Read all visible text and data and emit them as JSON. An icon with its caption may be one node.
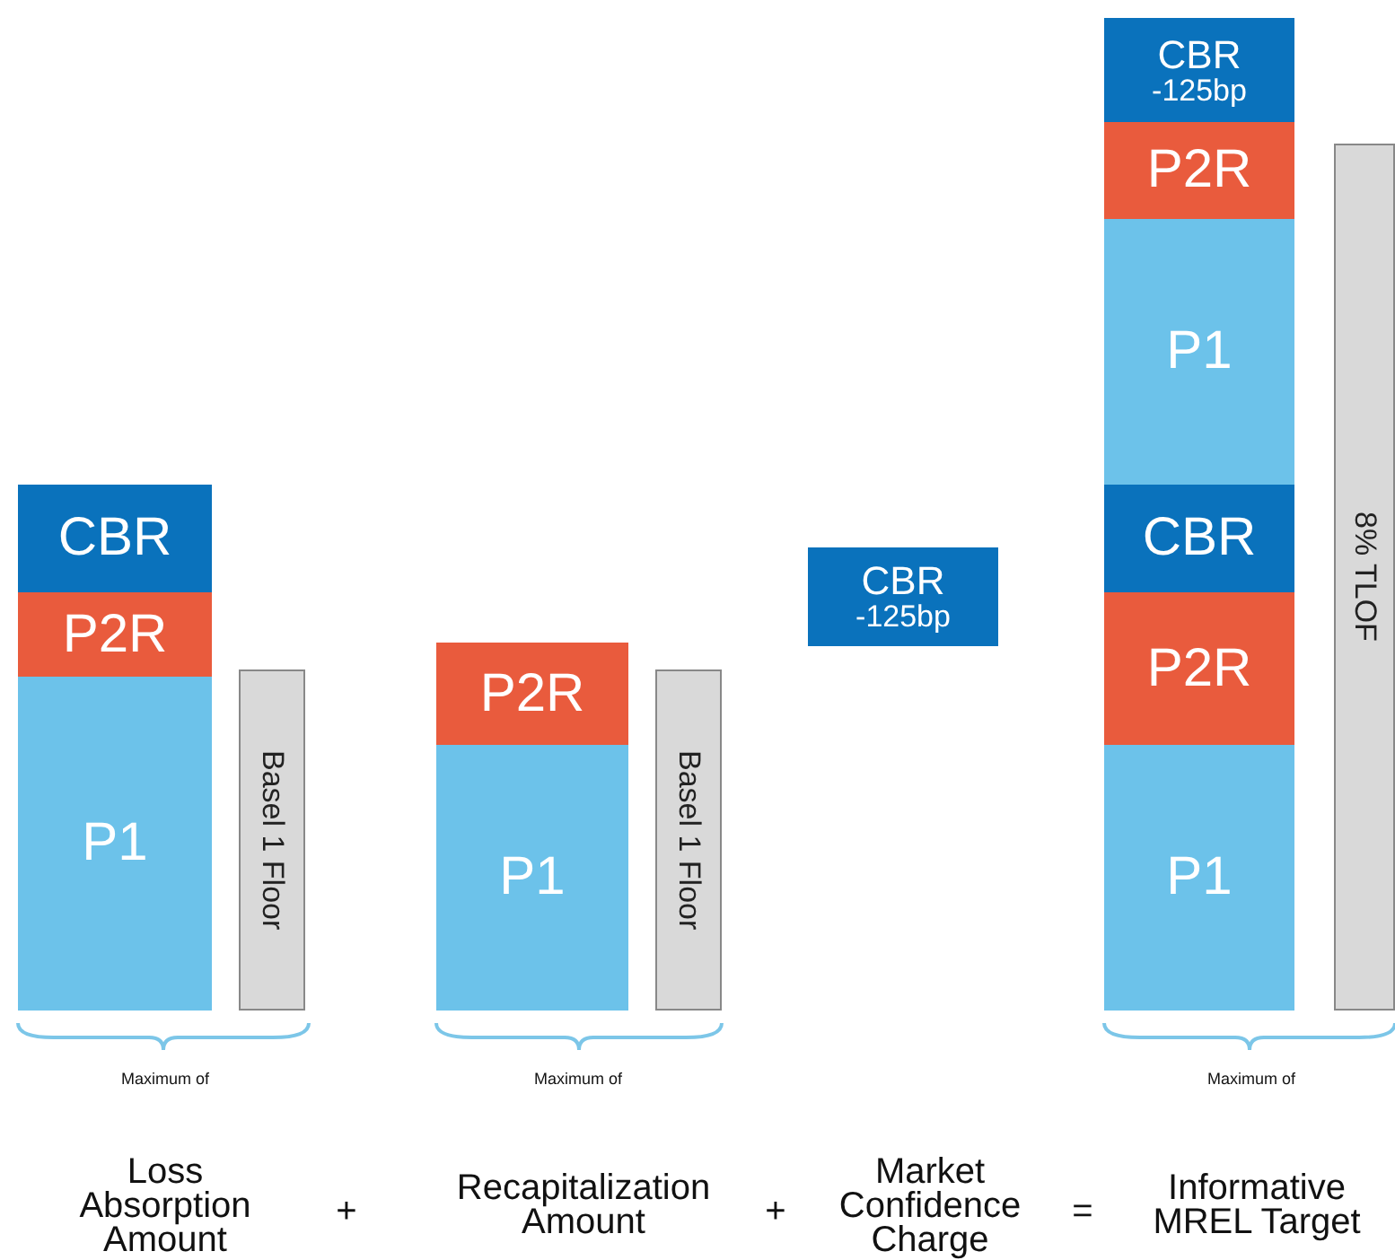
{
  "diagram": {
    "nodes": [
      {
        "text": [
          "CBR"
        ]
      },
      {
        "text": [
          "P2R"
        ]
      },
      {
        "text": [
          "P1"
        ]
      },
      {
        "text": [
          "Basel 1 Floor"
        ]
      },
      {
        "text": [
          "P2R"
        ]
      },
      {
        "text": [
          "P1"
        ]
      },
      {
        "text": [
          "Basel 1 Floor"
        ]
      },
      {
        "text": [
          "CBR",
          "-125bp"
        ]
      },
      {
        "text": [
          "CBR",
          "-125bp"
        ]
      },
      {
        "text": [
          "P2R"
        ]
      },
      {
        "text": [
          "P1"
        ]
      },
      {
        "text": [
          "CBR"
        ]
      },
      {
        "text": [
          "P2R"
        ]
      },
      {
        "text": [
          "P1"
        ]
      },
      {
        "text": [
          "8% TLOF"
        ]
      }
    ],
    "edges": [],
    "labels": [
      "Maximum of",
      "Maximum of",
      "Maximum of",
      "Loss Absorption Amount",
      "+",
      "Recapitalization Amount",
      "+",
      "Market Confidence Charge",
      "=",
      "Informative MREL Target"
    ]
  }
}
